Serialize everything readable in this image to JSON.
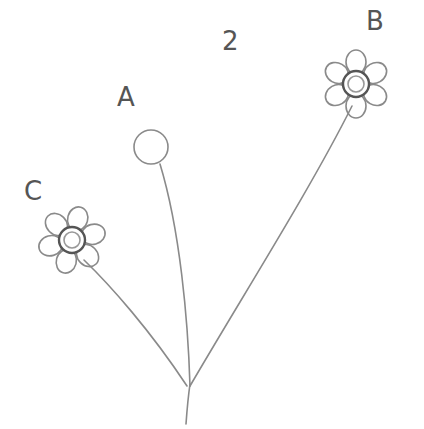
{
  "diagram": {
    "labels": [
      "2",
      "A",
      "B",
      "C"
    ]
  }
}
